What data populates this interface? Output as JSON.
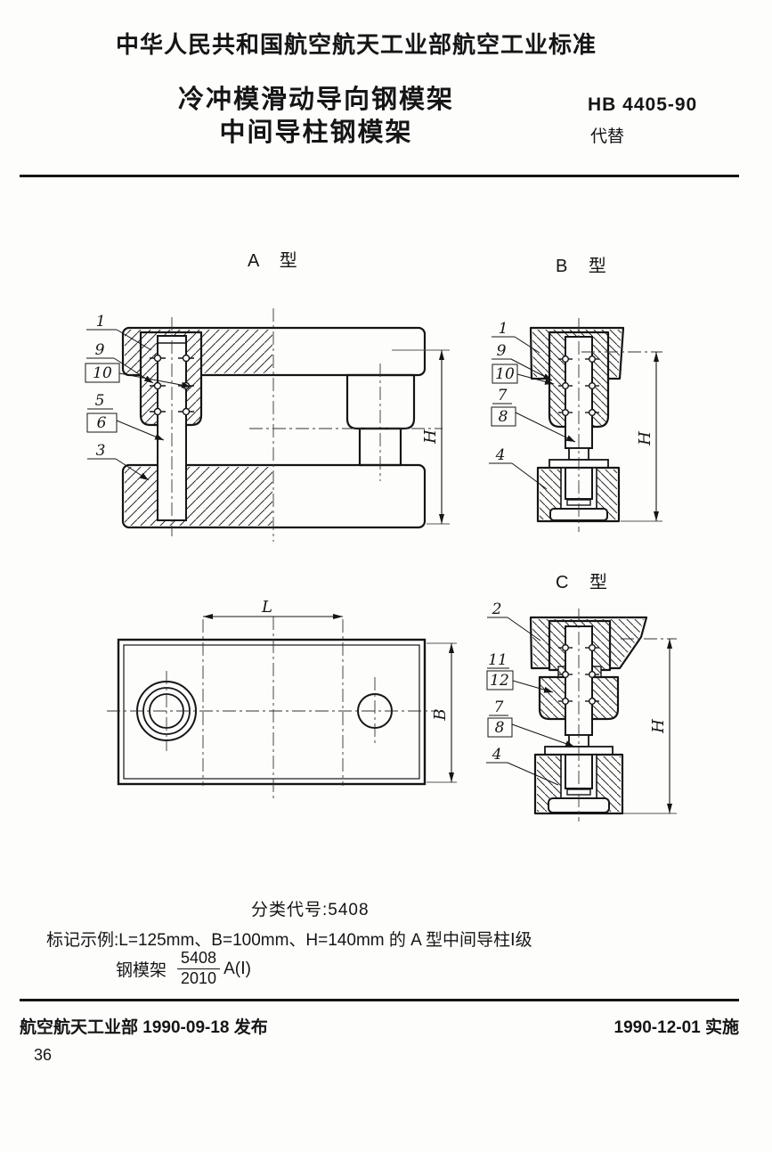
{
  "page": {
    "number": "36"
  },
  "header": {
    "standard_name": "中华人民共和国航空航天工业部航空工业标准",
    "title_line1": "冷冲模滑动导向钢模架",
    "title_line2": "中间导柱钢模架",
    "standard_number": "HB 4405-90",
    "superseded_label": "代替"
  },
  "figures": {
    "type_a": {
      "label": "A 型",
      "callouts": [
        "1",
        "9",
        "10",
        "5",
        "6",
        "3"
      ],
      "dimension": "H"
    },
    "type_b": {
      "label": "B 型",
      "callouts": [
        "1",
        "9",
        "10",
        "7",
        "8",
        "4"
      ],
      "dimension": "H"
    },
    "type_c": {
      "label": "C 型",
      "callouts": [
        "2",
        "11",
        "12",
        "7",
        "8",
        "4"
      ],
      "dimension": "H"
    },
    "plan_view": {
      "dim_length": "L",
      "dim_width": "B"
    }
  },
  "classification": {
    "text": "分类代号:5408"
  },
  "marking_example": {
    "line1": "标记示例:L=125mm、B=100mm、H=140mm 的 A 型中间导柱Ⅰ级",
    "prefix": "钢模架",
    "numerator": "5408",
    "denominator": "2010",
    "suffix": "A(Ⅰ)"
  },
  "footer": {
    "left_text": "航空航天工业部 1990-09-18 发布",
    "right_text": "1990-12-01 实施"
  }
}
